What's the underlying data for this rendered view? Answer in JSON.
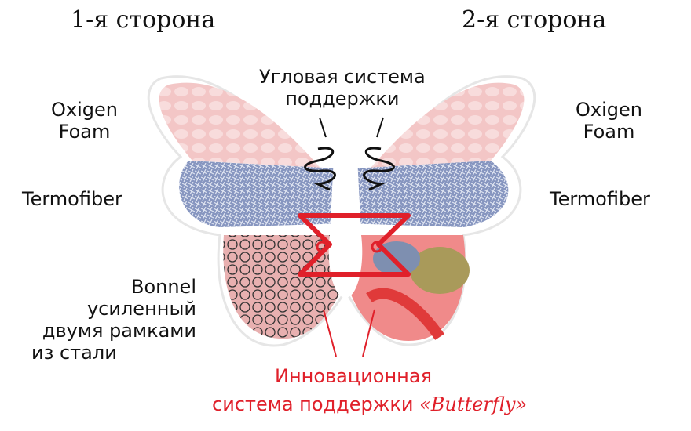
{
  "headings": {
    "side1": "1-я сторона",
    "side2": "2-я сторона"
  },
  "labels": {
    "corner_support": [
      "Угловая система",
      "поддержки"
    ],
    "oxigen_left": [
      "Oxigen",
      "Foam"
    ],
    "oxigen_right": [
      "Oxigen",
      "Foam"
    ],
    "termofiber_left": "Termofiber",
    "termofiber_right": "Termofiber",
    "bonnel": [
      "Bonnel",
      "усиленный",
      "двумя рамками",
      "из стали"
    ],
    "innovation_line1": "Инновационная",
    "innovation_line2": "система поддержки",
    "innovation_brand": "«Butterfly»"
  },
  "colors": {
    "accent": "#e0202a",
    "foam": "#f2c4c4",
    "fiber": "#7f8fb8"
  }
}
